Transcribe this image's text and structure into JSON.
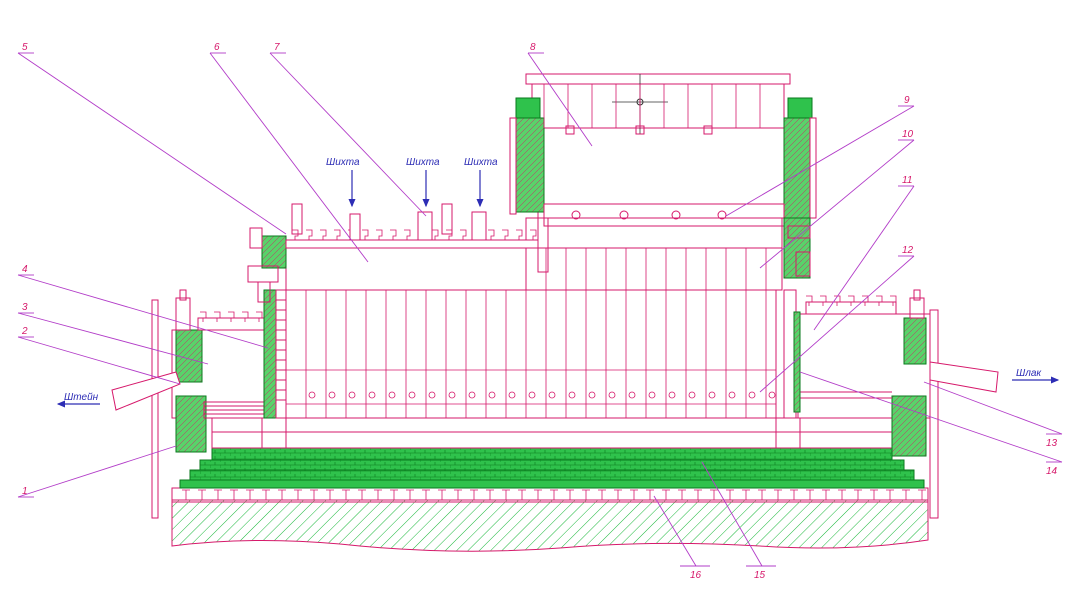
{
  "drawing": {
    "callouts": [
      "1",
      "2",
      "3",
      "4",
      "5",
      "6",
      "7",
      "8",
      "9",
      "10",
      "11",
      "12",
      "13",
      "14",
      "15",
      "16"
    ],
    "flows": {
      "charge_label": "Шихта",
      "ingot_label": "Штейн",
      "slag_label": "Шлак"
    },
    "colors": {
      "outline": "#d6196b",
      "refractory": "#0a9a2a",
      "leaders": "#b23cc8",
      "arrows": "#2d2db5"
    }
  }
}
